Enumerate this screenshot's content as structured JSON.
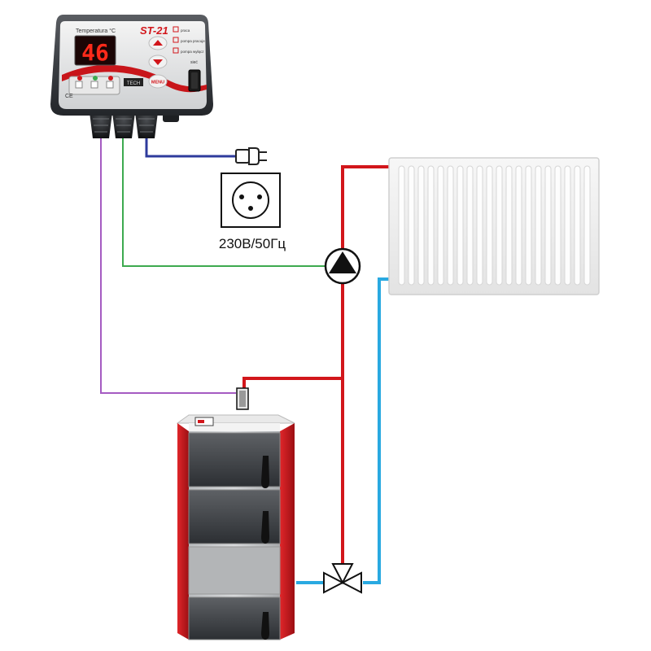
{
  "controller": {
    "model": "ST-21",
    "temperature_label": "Temperatura °C",
    "display_value": "46",
    "menu_label": "MENU",
    "side_labels": [
      "praca",
      "pompa pracuje",
      "pompa wyłącz"
    ],
    "switch_label": "sieć",
    "ce_mark": "CE",
    "brand_chip": "TECH"
  },
  "power": {
    "label": "230В/50Гц"
  },
  "colors": {
    "supply_pipe": "#d2161b",
    "return_pipe": "#29a9e1",
    "mains_wire": "#2e3b9c",
    "pump_wire": "#3daa4f",
    "sensor_wire": "#a55bc2",
    "display_text": "#ff2a1a",
    "boiler_red": "#c8151a"
  },
  "icons": {
    "pump": "pump-triangle-icon",
    "valve": "three-way-valve-icon",
    "plug": "plug-icon",
    "socket": "socket-icon",
    "sensor": "temperature-sensor-icon"
  }
}
